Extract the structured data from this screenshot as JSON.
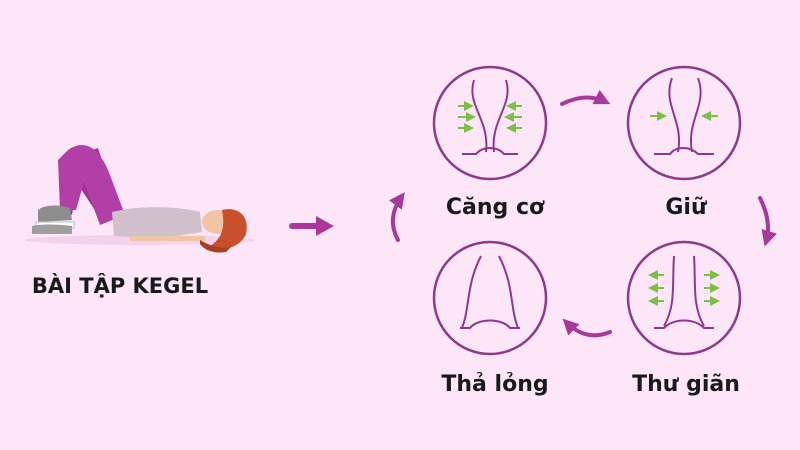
{
  "title": "BÀI TẬP KEGEL",
  "steps": [
    {
      "label": "Căng cơ",
      "arrows": "inward-many"
    },
    {
      "label": "Giữ",
      "arrows": "inward-few"
    },
    {
      "label": "Thư giãn",
      "arrows": "outward-many"
    },
    {
      "label": "Thả lỏng",
      "arrows": "none"
    }
  ],
  "colors": {
    "background": "#fce6f8",
    "circle_stroke": "#8e3a8a",
    "cycle_arrow": "#a8389a",
    "muscle_arrow": "#7bc043",
    "pants": "#b23fa6",
    "hair": "#c9502a"
  },
  "icons": {
    "person": "woman-lying-bridge-pose",
    "flow_arrow": "right-arrow-icon"
  }
}
